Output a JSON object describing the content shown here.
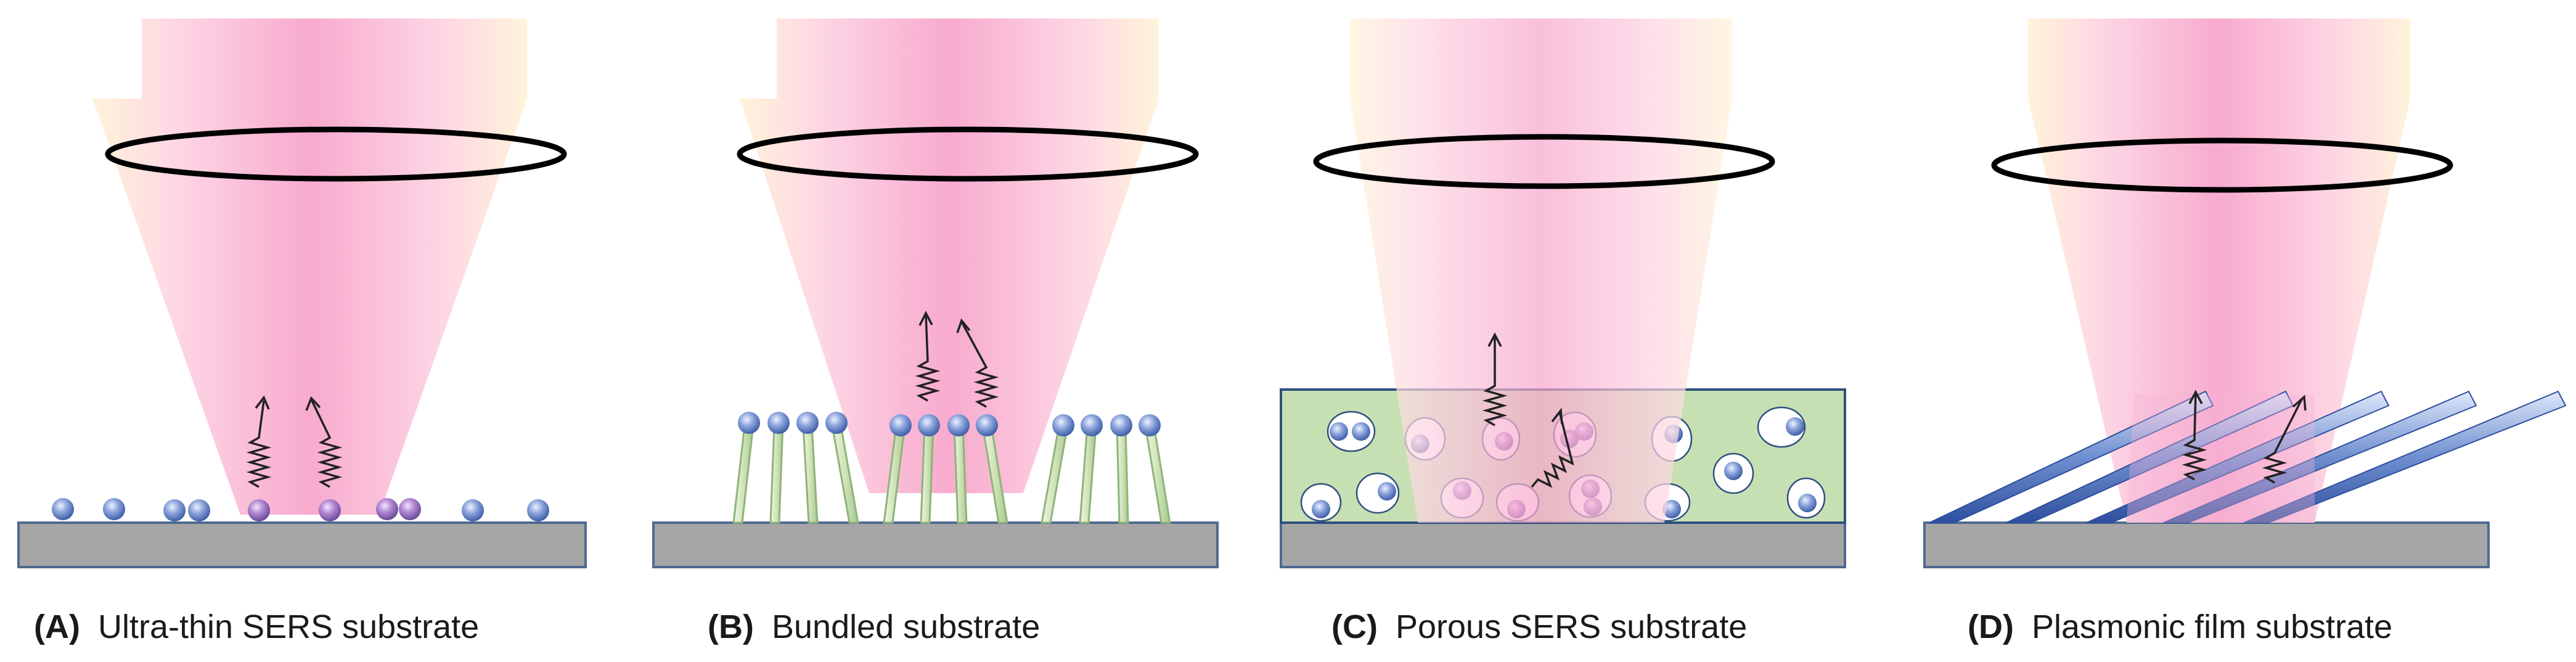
{
  "panels": [
    {
      "id": "A",
      "letter": "(A)",
      "title": "Ultra-thin SERS substrate"
    },
    {
      "id": "B",
      "letter": "(B)",
      "title": "Bundled substrate"
    },
    {
      "id": "C",
      "letter": "(C)",
      "title": "Porous SERS substrate"
    },
    {
      "id": "D",
      "letter": "(D)",
      "title": "Plasmonic film substrate"
    }
  ],
  "colors": {
    "substrate": "#a6a6a6",
    "substrate_edge": "#4f6a8f",
    "particle": "#8fa6dd",
    "particle_edge": "#3f5fa8",
    "hotspot_particle": "#b48ad4",
    "stalk": "#cfe3b8",
    "stalk_edge": "#8fb378",
    "porous_matrix": "#c6e0b4",
    "porous_edge": "#2f4f7f",
    "nanowire": "#6f8fd0",
    "beam_core": "#f9a8cc",
    "beam_edge": "#fde7b8",
    "lens_stroke": "#000000"
  }
}
